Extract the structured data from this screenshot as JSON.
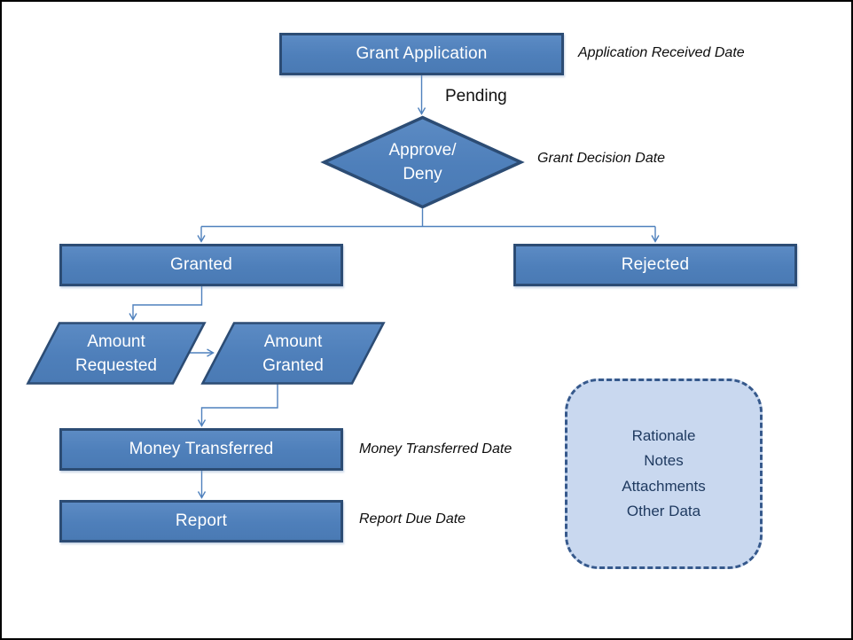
{
  "diagram": {
    "type": "flowchart",
    "subject": "grant-application-process"
  },
  "nodes": {
    "grant_application": {
      "label": "Grant Application",
      "annotation": "Application Received Date"
    },
    "decision": {
      "label_line1": "Approve/",
      "label_line2": "Deny",
      "annotation": "Grant Decision Date"
    },
    "granted": {
      "label": "Granted"
    },
    "rejected": {
      "label": "Rejected"
    },
    "amount_requested": {
      "label_line1": "Amount",
      "label_line2": "Requested"
    },
    "amount_granted": {
      "label_line1": "Amount",
      "label_line2": "Granted"
    },
    "money_transferred": {
      "label": "Money Transferred",
      "annotation": "Money Transferred Date"
    },
    "report": {
      "label": "Report",
      "annotation": "Report Due Date"
    }
  },
  "edges": {
    "pending_label": "Pending"
  },
  "notes_box": {
    "lines": [
      "Rationale",
      "Notes",
      "Attachments",
      "Other Data"
    ]
  },
  "colors": {
    "shape_fill": "#4f81bd",
    "shape_fill_light": "#5c8bc4",
    "shape_border": "#2c4c74",
    "connector": "#4f81bd",
    "notes_fill": "#c9d8ef",
    "notes_border": "#36598c",
    "notes_text": "#1f3a60",
    "annotation_text": "#0d0d0d",
    "page_border": "#000000",
    "background": "#ffffff"
  }
}
